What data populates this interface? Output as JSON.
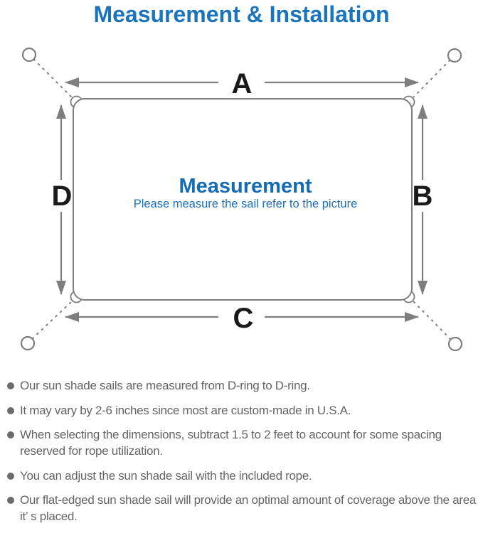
{
  "header": {
    "title": "Measurement & Installation"
  },
  "diagram": {
    "dimension_labels": {
      "top": "A",
      "right": "B",
      "bottom": "C",
      "left": "D"
    },
    "center": {
      "title": "Measurement",
      "subtitle": "Please measure the sail refer to the picture"
    },
    "colors": {
      "title_blue": "#1b75bc",
      "center_blue": "#156cb4",
      "line_gray": "#7e7e7e",
      "label_black": "#1a1a1a",
      "note_gray": "#656565"
    }
  },
  "notes": {
    "items": [
      "Our sun shade sails are measured from D-ring to D-ring.",
      "It may vary by 2-6 inches since most are custom-made in U.S.A.",
      "When selecting the dimensions, subtract 1.5 to 2 feet to account for some spacing reserved for rope utilization.",
      "You can adjust the sun shade sail with the included rope.",
      "Our flat-edged sun shade sail will provide an optimal amount of coverage above the area it’ s placed."
    ]
  }
}
